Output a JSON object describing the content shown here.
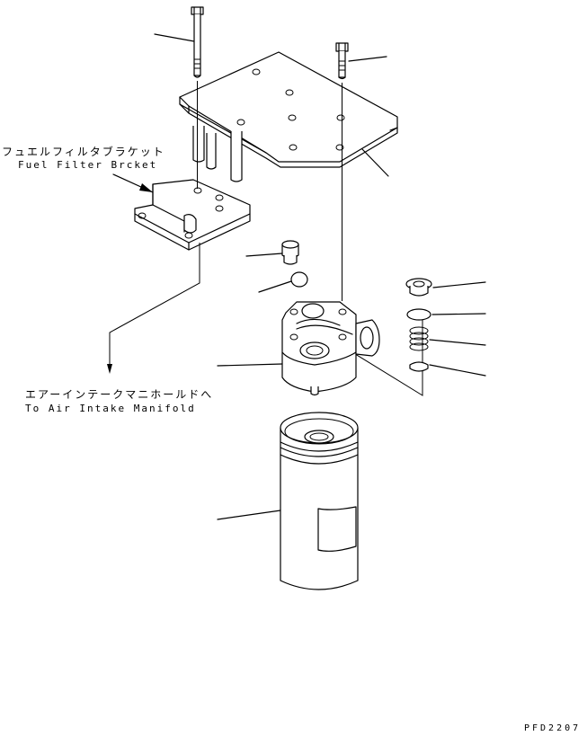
{
  "labels": {
    "bracket_jp": "フュエルフィルタブラケット",
    "bracket_en": "Fuel Filter Brcket",
    "intake_jp": "エアーインテークマニホールドへ",
    "intake_en": "To Air Intake Manifold",
    "drawing_code": "PFD2207"
  },
  "colors": {
    "line": "#000000",
    "background": "#ffffff"
  }
}
